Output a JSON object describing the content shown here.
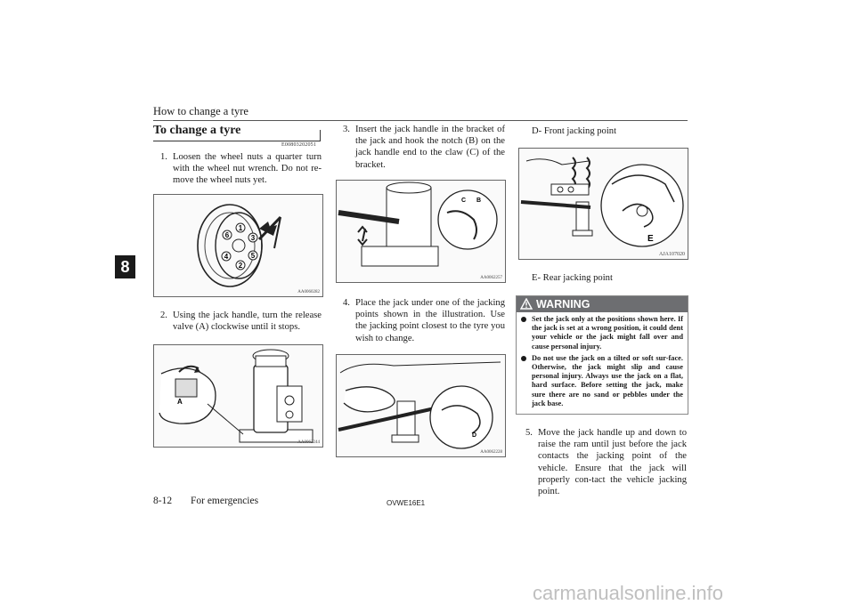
{
  "header": {
    "running_title": "How to change a tyre",
    "chapter_tab": "8"
  },
  "section": {
    "title": "To change a tyre",
    "code": "E00803202051"
  },
  "steps": [
    {
      "num": "1.",
      "text": "Loosen the wheel nuts a quarter turn with the wheel nut wrench. Do not re-move the wheel nuts yet."
    },
    {
      "num": "2.",
      "text": "Using the jack handle, turn the release valve (A) clockwise until it stops."
    },
    {
      "num": "3.",
      "text": "Insert the jack handle in the bracket of the jack and hook the notch (B) on the jack handle end to the claw (C) of the bracket."
    },
    {
      "num": "4.",
      "text": "Place the jack under one of the jacking points shown in the illustration. Use the jacking point closest to the tyre you wish to change."
    },
    {
      "num": "5.",
      "text": "Move the jack handle up and down to raise the ram until just before the jack contacts the jacking point of the vehicle. Ensure that the jack will properly con-tact the vehicle jacking point."
    }
  ],
  "figures": {
    "fig1": {
      "code": "AA0060282",
      "nut_labels": [
        "1",
        "2",
        "3",
        "4",
        "5",
        "6"
      ]
    },
    "fig2": {
      "code": "AA0062244",
      "label_a": "A"
    },
    "fig3": {
      "code": "AA0062257",
      "label_b": "B",
      "label_c": "C"
    },
    "fig4": {
      "code": "AA0062228",
      "label_d": "D"
    },
    "fig5": {
      "code": "AJA107020",
      "label_e": "E"
    }
  },
  "jacking_points": {
    "front": "D- Front jacking point",
    "rear": "E- Rear jacking point"
  },
  "warning": {
    "title": "WARNING",
    "items": [
      "Set the jack only at the positions shown here. If the jack is set at a wrong position, it could dent your vehicle or the jack might fall over and cause personal injury.",
      "Do not use the jack on a tilted or soft sur-face. Otherwise, the jack might slip and cause personal injury. Always use the jack on a flat, hard surface. Before setting the jack, make sure there are no sand or pebbles under the jack base."
    ]
  },
  "footer": {
    "page": "8-12",
    "chapter": "For emergencies",
    "doc_code": "OVWE16E1"
  },
  "watermark": "carmanualsonline.info"
}
